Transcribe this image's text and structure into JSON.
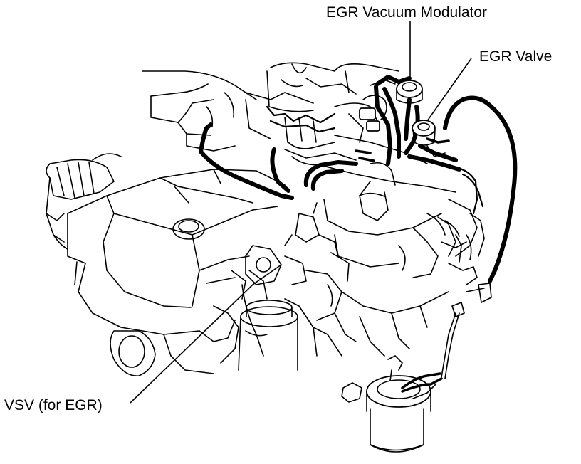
{
  "labels": {
    "egr_vacuum_modulator": "EGR Vacuum Modulator",
    "egr_valve": "EGR Valve",
    "vsv": "VSV (for EGR)"
  },
  "colors": {
    "line": "#000000",
    "background": "#ffffff"
  }
}
